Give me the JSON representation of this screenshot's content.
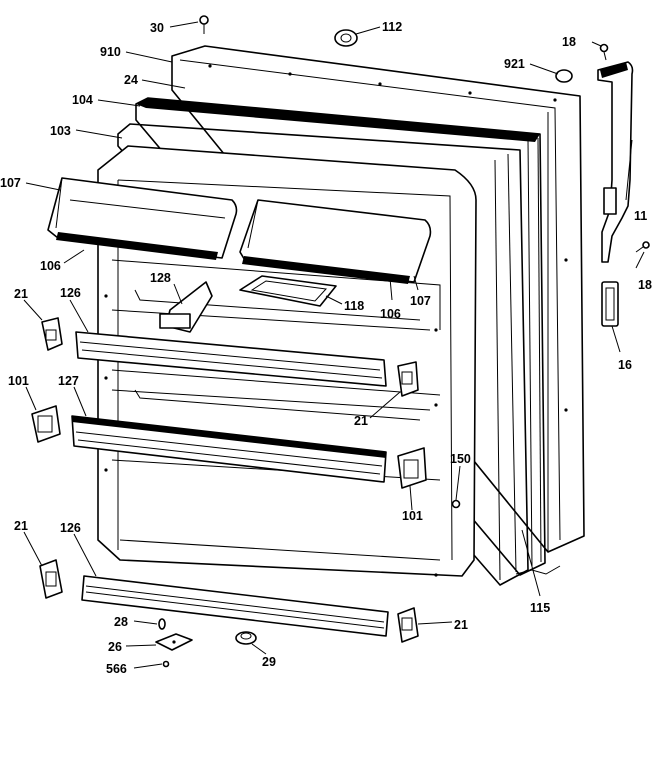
{
  "callouts": {
    "c30": "30",
    "c112": "112",
    "c910": "910",
    "c24": "24",
    "c921": "921",
    "c18a": "18",
    "c104": "104",
    "c103": "103",
    "c107a": "107",
    "c11": "11",
    "c18b": "18",
    "c106a": "106",
    "c128": "128",
    "c118": "118",
    "c106b": "106",
    "c107b": "107",
    "c21a": "21",
    "c126a": "126",
    "c16": "16",
    "c101a": "101",
    "c127": "127",
    "c21b": "21",
    "c150": "150",
    "c101b": "101",
    "c21c": "21",
    "c126b": "126",
    "c115": "115",
    "c28": "28",
    "c21d": "21",
    "c26": "26",
    "c29": "29",
    "c566": "566"
  }
}
